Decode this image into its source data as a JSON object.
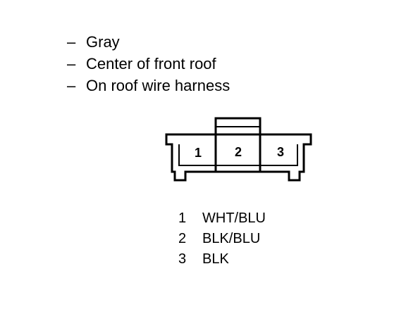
{
  "notes": [
    {
      "dash": "–",
      "text": "Gray"
    },
    {
      "dash": "–",
      "text": "Center of front roof"
    },
    {
      "dash": "–",
      "text": "On roof wire harness"
    }
  ],
  "connector": {
    "cavities": [
      {
        "label": "1"
      },
      {
        "label": "2"
      },
      {
        "label": "3"
      }
    ]
  },
  "pinout": [
    {
      "pin": "1",
      "wire": "WHT/BLU"
    },
    {
      "pin": "2",
      "wire": "BLK/BLU"
    },
    {
      "pin": "3",
      "wire": "BLK"
    }
  ]
}
